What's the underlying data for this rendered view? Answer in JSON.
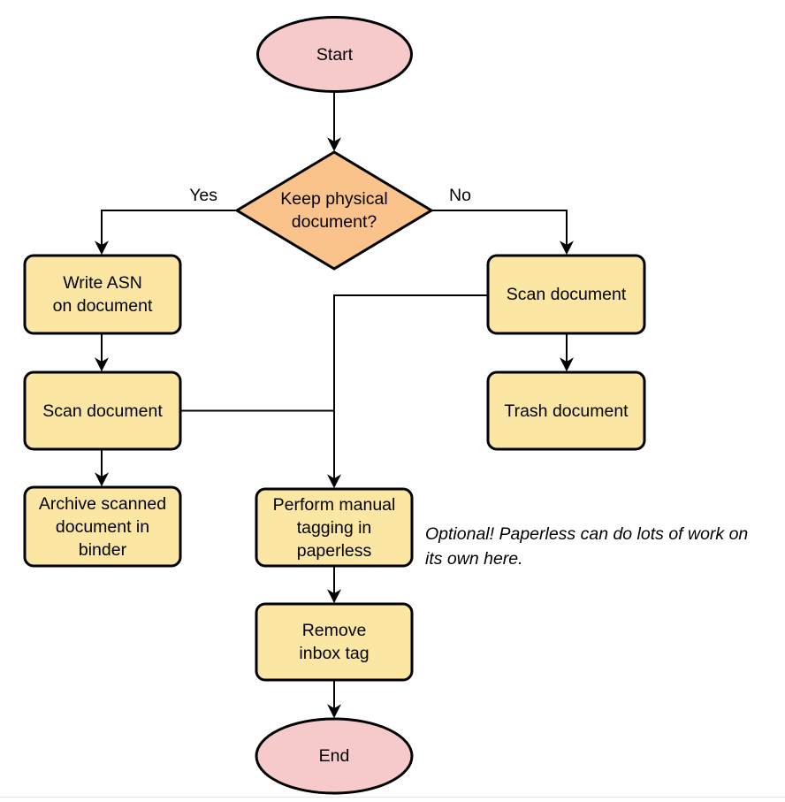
{
  "diagram": {
    "type": "flowchart",
    "background": "#ffffff",
    "colors": {
      "terminal_fill": "#f6caca",
      "decision_fill": "#fac38c",
      "process_fill": "#fbe7a3",
      "stroke": "#000000"
    },
    "nodes": {
      "start": {
        "shape": "ellipse",
        "label": "Start"
      },
      "keep_physical": {
        "shape": "diamond",
        "label": "Keep physical\ndocument?"
      },
      "write_asn": {
        "shape": "process",
        "label": "Write ASN\non document"
      },
      "scan_document_left": {
        "shape": "process",
        "label": "Scan document"
      },
      "archive_binder": {
        "shape": "process",
        "label": "Archive scanned\ndocument in\nbinder"
      },
      "scan_document_right": {
        "shape": "process",
        "label": "Scan document"
      },
      "trash_document": {
        "shape": "process",
        "label": "Trash document"
      },
      "manual_tagging": {
        "shape": "process",
        "label": "Perform manual\ntagging in\npaperless"
      },
      "remove_inbox_tag": {
        "shape": "process",
        "label": "Remove\ninbox tag"
      },
      "end": {
        "shape": "ellipse",
        "label": "End"
      }
    },
    "edge_labels": {
      "yes": "Yes",
      "no": "No"
    },
    "note": "Optional! Paperless can do lots of work on\nits own here."
  }
}
